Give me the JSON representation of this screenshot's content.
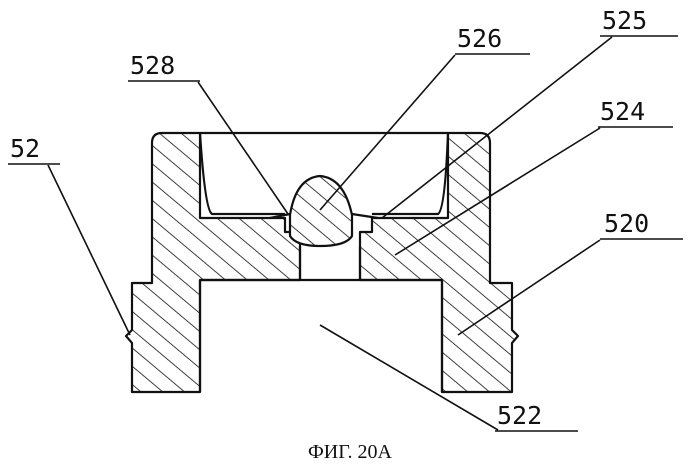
{
  "figure": {
    "caption": "ФИГ. 20А",
    "labels": {
      "part_52": "52",
      "part_520": "520",
      "part_522": "522",
      "part_524": "524",
      "part_525": "525",
      "part_526": "526",
      "part_528": "528"
    }
  }
}
